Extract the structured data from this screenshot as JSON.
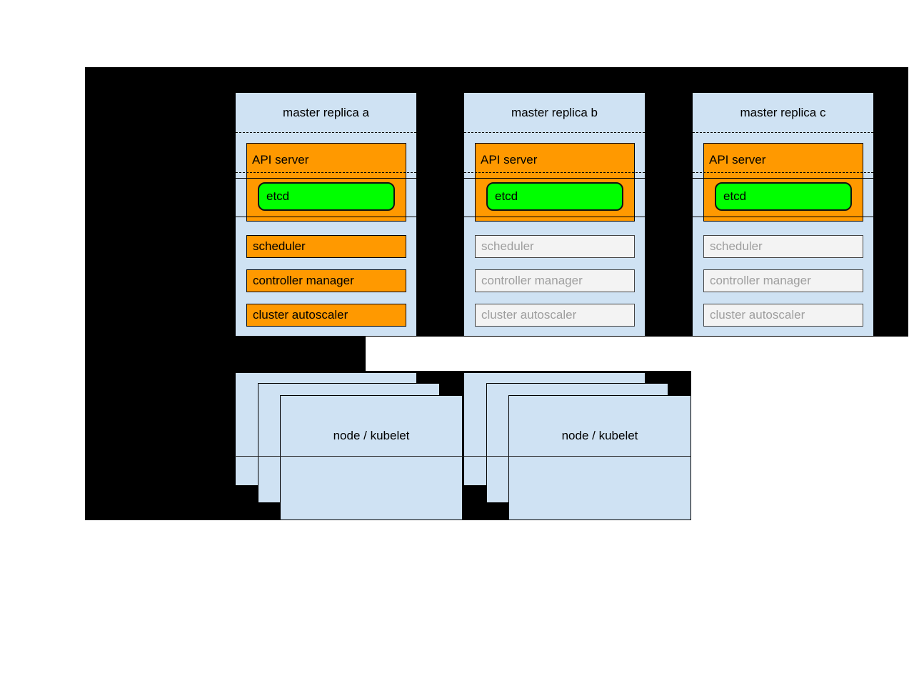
{
  "colors": {
    "background_mask": "#000000",
    "box_blue": "#cfe2f3",
    "active_orange": "#ff9900",
    "etcd_green": "#00ff00",
    "standby_fill": "#f3f3f3",
    "standby_border": "#434343",
    "standby_text": "#9e9e9e"
  },
  "replicas": [
    {
      "title": "master replica a",
      "state": "active",
      "components": {
        "api_server": "API server",
        "etcd": "etcd",
        "scheduler": "scheduler",
        "controller_manager": "controller manager",
        "cluster_autoscaler": "cluster autoscaler"
      }
    },
    {
      "title": "master replica b",
      "state": "standby",
      "components": {
        "api_server": "API server",
        "etcd": "etcd",
        "scheduler": "scheduler",
        "controller_manager": "controller manager",
        "cluster_autoscaler": "cluster autoscaler"
      }
    },
    {
      "title": "master replica c",
      "state": "standby",
      "components": {
        "api_server": "API server",
        "etcd": "etcd",
        "scheduler": "scheduler",
        "controller_manager": "controller manager",
        "cluster_autoscaler": "cluster autoscaler"
      }
    }
  ],
  "nodes": [
    {
      "label": "node / kubelet"
    },
    {
      "label": "node / kubelet"
    }
  ]
}
